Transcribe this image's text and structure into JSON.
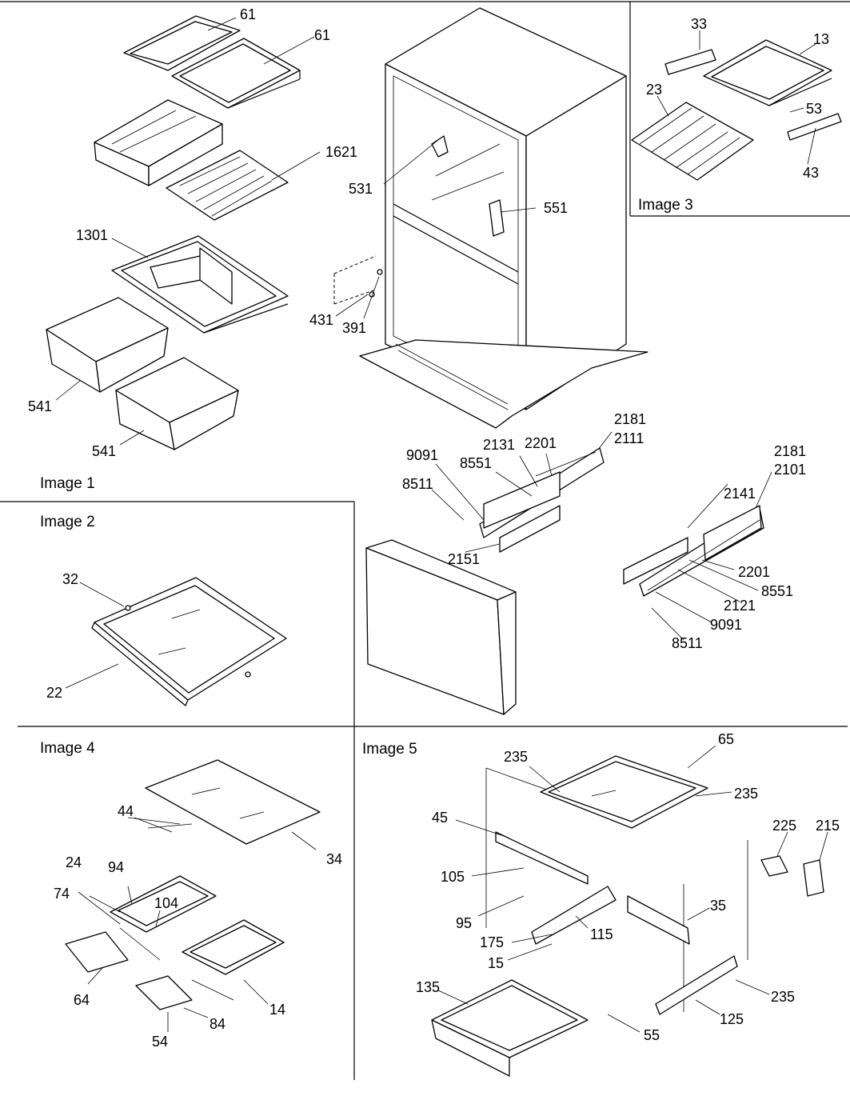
{
  "panels": {
    "image1": "Image 1",
    "image2": "Image 2",
    "image3": "Image 3",
    "image4": "Image 4",
    "image5": "Image 5"
  },
  "callouts": {
    "img1": [
      "61",
      "61",
      "1621",
      "531",
      "551",
      "1301",
      "431",
      "391",
      "541",
      "541",
      "2181",
      "2111",
      "9091",
      "2131",
      "2201",
      "8551",
      "8511",
      "2151",
      "2181",
      "2101",
      "2141",
      "2201",
      "8551",
      "2121",
      "9091",
      "8511"
    ],
    "img2": [
      "32",
      "22"
    ],
    "img3": [
      "33",
      "13",
      "23",
      "53",
      "43"
    ],
    "img4": [
      "44",
      "24",
      "94",
      "104",
      "74",
      "34",
      "64",
      "84",
      "14",
      "54"
    ],
    "img5": [
      "235",
      "65",
      "235",
      "45",
      "225",
      "215",
      "105",
      "35",
      "95",
      "175",
      "115",
      "15",
      "135",
      "235",
      "125",
      "55"
    ]
  }
}
